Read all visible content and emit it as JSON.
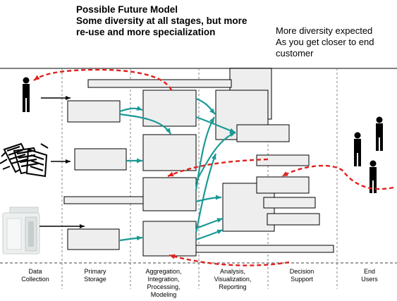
{
  "title": {
    "line1": "Possible Future Model",
    "line2": "Some diversity at all stages, but more",
    "line3": "re-use and more specialization"
  },
  "note": {
    "line1": "More diversity expected",
    "line2": "As you get closer to end",
    "line3": "customer"
  },
  "stages": [
    {
      "line1": "Data",
      "line2": "Collection",
      "line3": "",
      "line4": ""
    },
    {
      "line1": "Primary",
      "line2": "Storage",
      "line3": "",
      "line4": ""
    },
    {
      "line1": "Aggregation,",
      "line2": "Integration,",
      "line3": "Processing,",
      "line4": "Modeling"
    },
    {
      "line1": "Analysis,",
      "line2": "Visualization,",
      "line3": "Reporting",
      "line4": ""
    },
    {
      "line1": "Decision",
      "line2": "Support",
      "line3": "",
      "line4": ""
    },
    {
      "line1": "End",
      "line2": "Users",
      "line3": "",
      "line4": ""
    }
  ],
  "colors": {
    "teal_arrow": "#1a9a96",
    "red_dashed": "#e0201c",
    "grid_line": "#808080",
    "box_fill": "#eeeeee"
  },
  "icons": [
    "person-icon",
    "documents-icon",
    "server-icon",
    "end-user-group-icon"
  ]
}
